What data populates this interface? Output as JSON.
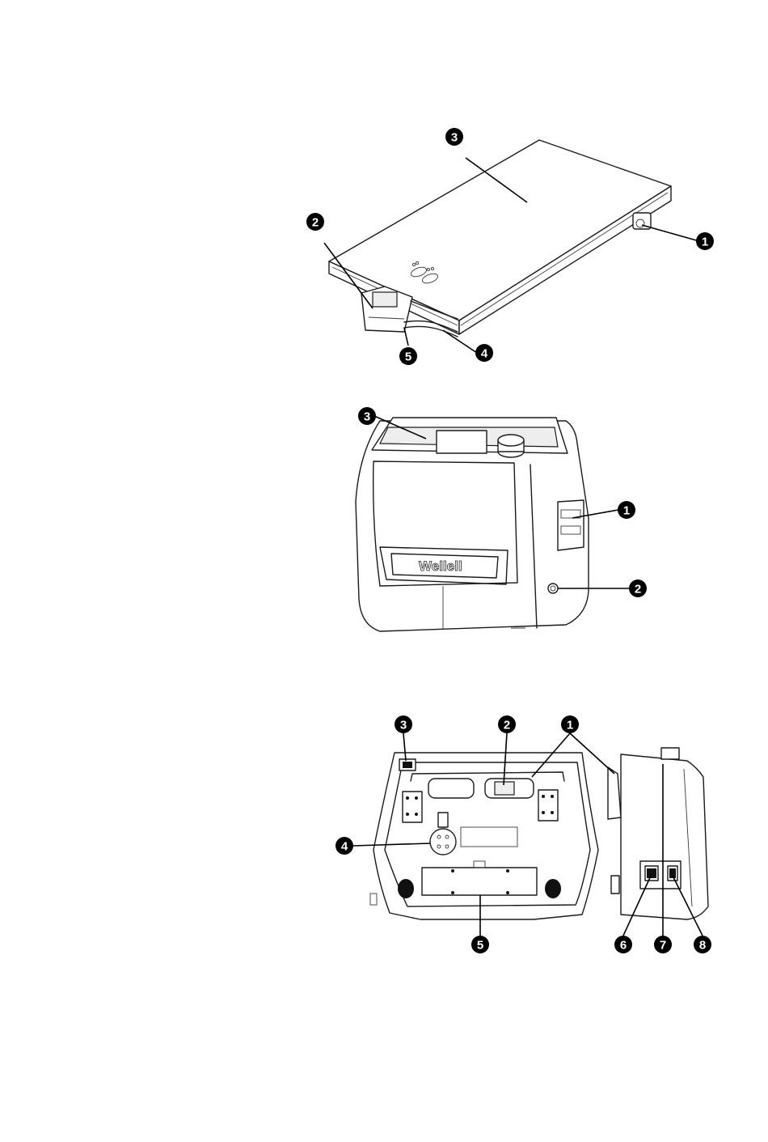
{
  "figures": [
    {
      "id": "mattress-view",
      "callouts": [
        "1",
        "2",
        "3",
        "4",
        "5"
      ]
    },
    {
      "id": "pump-front-view",
      "callouts": [
        "1",
        "2",
        "3"
      ],
      "logo_text": "Wellell"
    },
    {
      "id": "pump-rear-side-view",
      "callouts": [
        "1",
        "2",
        "3",
        "4",
        "5",
        "6",
        "7",
        "8"
      ]
    }
  ]
}
